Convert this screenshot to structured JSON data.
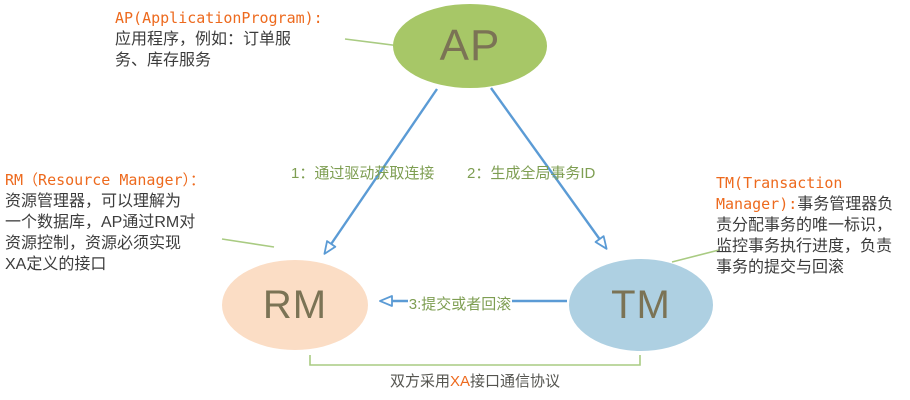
{
  "colors": {
    "node_ap_fill": "#a7c767",
    "node_rm_fill": "#fbddc5",
    "node_tm_fill": "#aed0e2",
    "node_text": "#7b7355",
    "arrow_blue": "#5b9bd5",
    "connector_green": "#a9cb82",
    "edge_label_green": "#7e9e52",
    "accent_orange": "#ed6a1e"
  },
  "nodes": {
    "ap": {
      "label": "AP"
    },
    "rm": {
      "label": "RM"
    },
    "tm": {
      "label": "TM"
    }
  },
  "annotations": {
    "ap": {
      "title": "AP(ApplicationProgram):",
      "body": "应用程序，例如：订单服\n务、库存服务"
    },
    "rm": {
      "title": "RM（Resource Manager）：",
      "body": "资源管理器，可以理解为\n一个数据库，AP通过RM对\n资源控制，资源必须实现\nXA定义的接口"
    },
    "tm": {
      "title": "TM(Transaction Manager):",
      "body": "事务管理器负责分配事务的唯一标识，监控事务执行进度，负责事务的提交与回滚"
    }
  },
  "edges": {
    "ap_rm": {
      "label": "1：通过驱动获取连接"
    },
    "ap_tm": {
      "label": "2：生成全局事务ID"
    },
    "tm_rm": {
      "label": "3:提交或者回滚"
    }
  },
  "footer": {
    "prefix": "双方采用",
    "highlight": "XA",
    "suffix": "接口通信协议"
  }
}
